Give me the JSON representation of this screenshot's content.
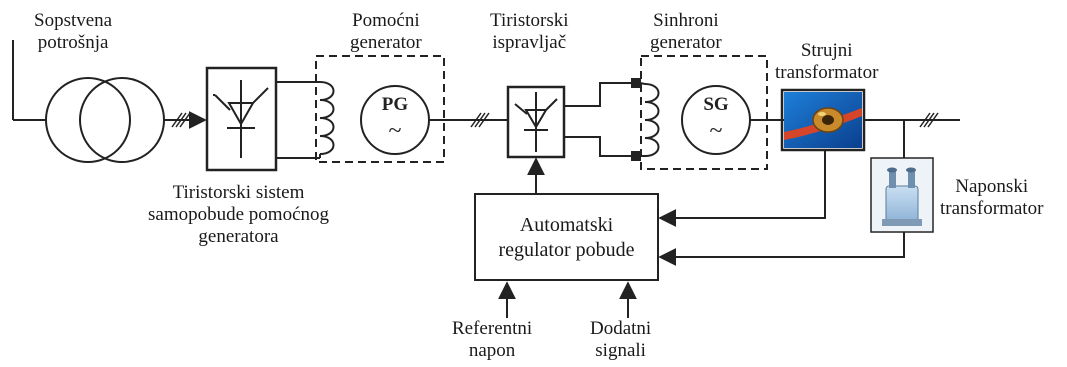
{
  "labels": {
    "sopstvena": [
      "Sopstvena",
      "potrošnja"
    ],
    "pomocni": [
      "Pomoćni",
      "generator"
    ],
    "tiristorski_ispravljac": [
      "Tiristorski",
      "ispravljač"
    ],
    "sinhroni": [
      "Sinhroni",
      "generator"
    ],
    "strujni": [
      "Strujni",
      "transformator"
    ],
    "samopobuda": [
      "Tiristorski sistem",
      "samopobude pomoćnog",
      "generatora"
    ],
    "naponski": [
      "Naponski",
      "transformator"
    ],
    "avr": [
      "Automatski",
      "regulator pobude"
    ],
    "referentni": [
      "Referentni",
      "napon"
    ],
    "dodatni": [
      "Dodatni",
      "signali"
    ]
  },
  "symbols": {
    "pg": "PG",
    "sg": "SG",
    "tilde": "~"
  }
}
